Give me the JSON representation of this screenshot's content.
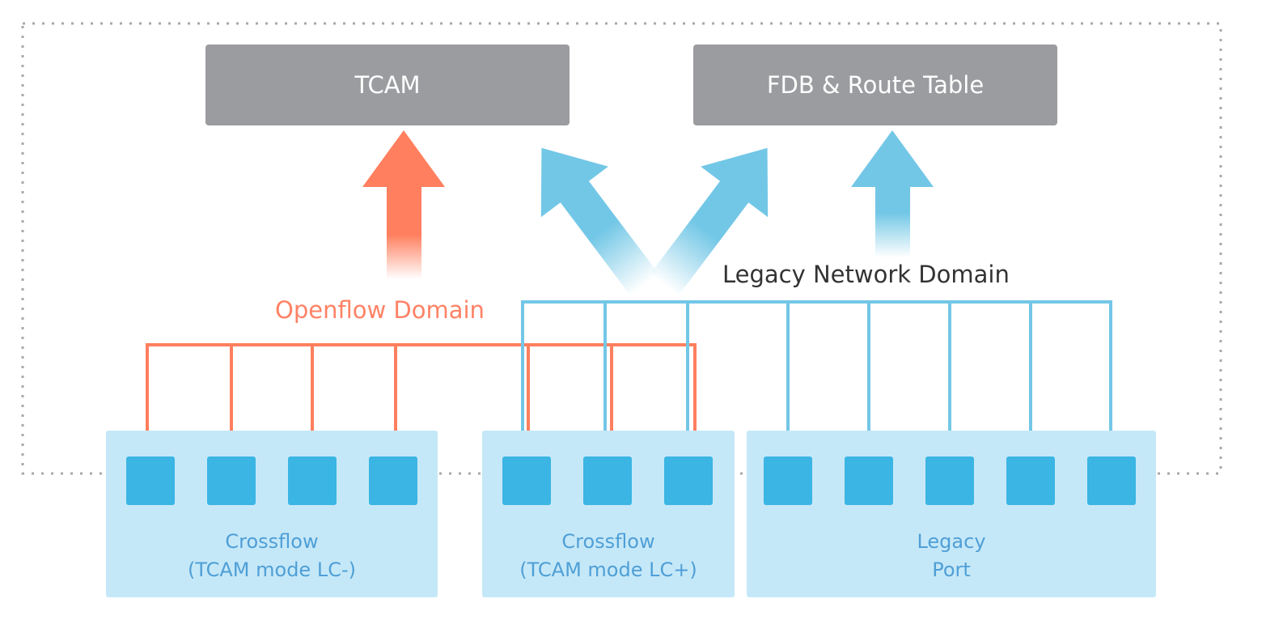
{
  "tables": {
    "tcam": "TCAM",
    "fdb": "FDB & Route Table"
  },
  "domains": {
    "openflow": "Openflow Domain",
    "legacy": "Legacy Network Domain"
  },
  "line_cards": [
    {
      "line1": "Crossflow",
      "line2": "(TCAM mode LC-)",
      "port_count": 4
    },
    {
      "line1": "Crossflow",
      "line2": "(TCAM mode LC+)",
      "port_count": 3
    },
    {
      "line1": "Legacy",
      "line2": "Port",
      "port_count": 5
    }
  ],
  "colors": {
    "openflow": "#ff7f5e",
    "legacy": "#73c7e6",
    "table": "#9b9c9f",
    "port": "#3bb5e3",
    "line_card": "#c5e8f8",
    "line_card_text": "#4f9fd6",
    "border": "#a8a8a8"
  }
}
